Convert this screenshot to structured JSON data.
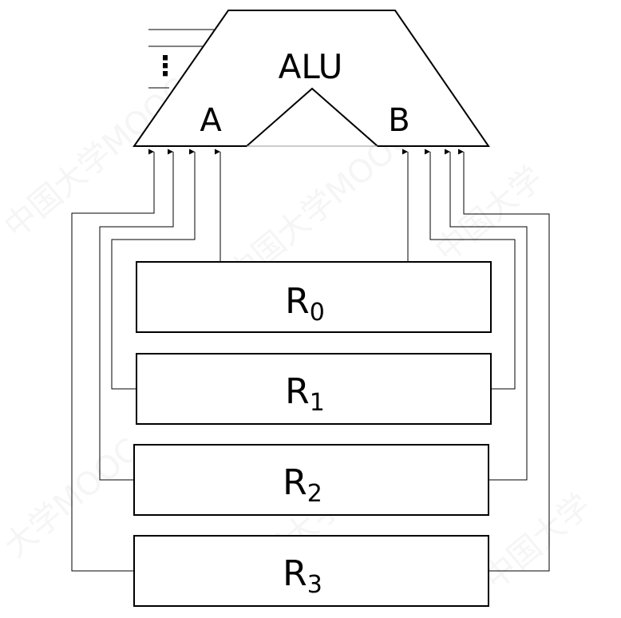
{
  "alu": {
    "title": "ALU",
    "port_a": "A",
    "port_b": "B"
  },
  "registers": [
    {
      "name": "R",
      "index": "0"
    },
    {
      "name": "R",
      "index": "1"
    },
    {
      "name": "R",
      "index": "2"
    },
    {
      "name": "R",
      "index": "3"
    }
  ],
  "control_ellipsis": "⋮"
}
